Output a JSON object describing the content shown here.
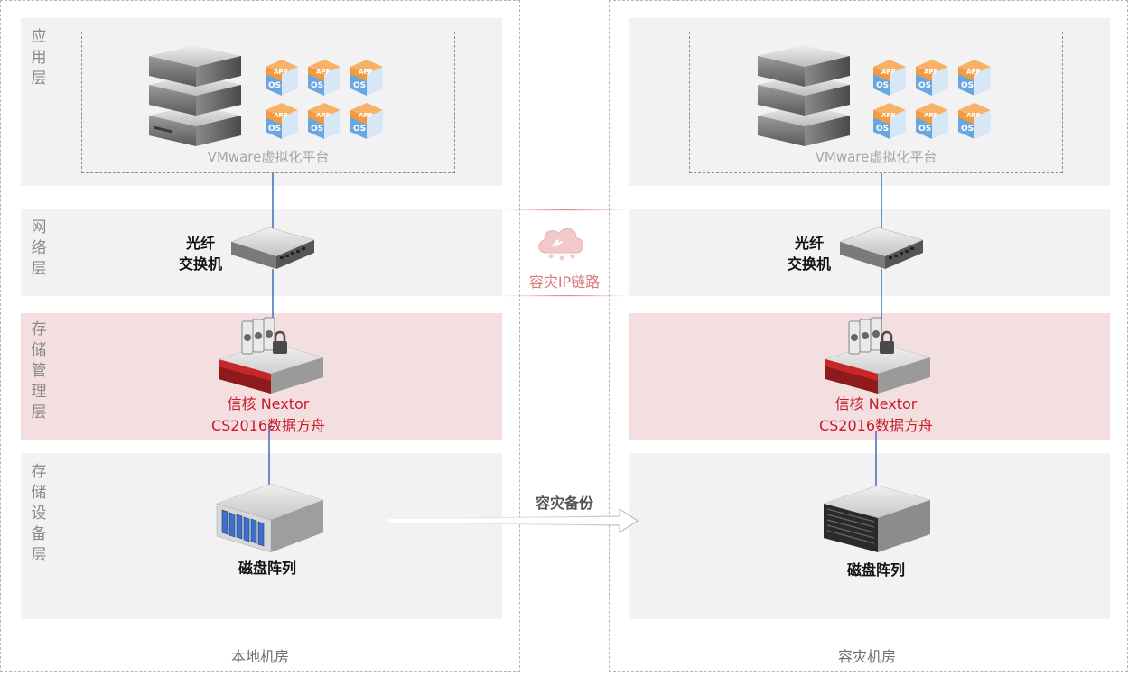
{
  "layers": {
    "application": "应用层",
    "network": "网络层",
    "storage_mgmt": "存储管理层",
    "storage_device": "存储设备层"
  },
  "vm_platform": "VMware虚拟化平台",
  "vm_tile": {
    "top": "APP",
    "bottom": "OS"
  },
  "switch_label_line1": "光纤",
  "switch_label_line2": "交换机",
  "nextor_line1": "信核 Nextor",
  "nextor_line2": "CS2016数据方舟",
  "disk_array": "磁盘阵列",
  "ip_link": "容灾IP链路",
  "backup": "容灾备份",
  "rooms": {
    "local": "本地机房",
    "dr": "容灾机房"
  },
  "colors": {
    "accent_red": "#c8192a",
    "link_red": "#d97a7a",
    "storage_band": "#f4dfe0",
    "band": "#f2f2f2",
    "line_blue": "#3b6fb6"
  }
}
